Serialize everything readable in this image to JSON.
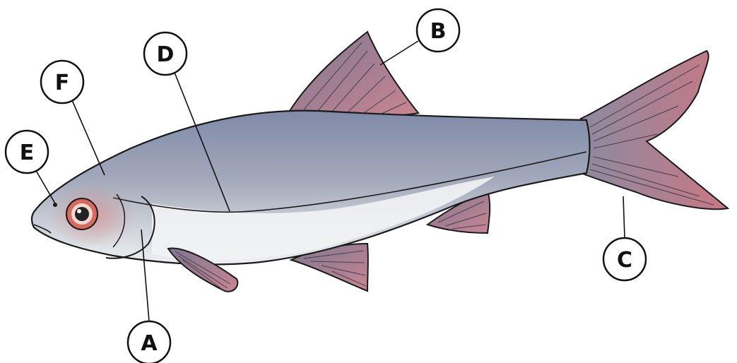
{
  "diagram": {
    "labels": [
      {
        "id": "A",
        "text": "A",
        "part": "gill-cover"
      },
      {
        "id": "B",
        "text": "B",
        "part": "dorsal-fin"
      },
      {
        "id": "C",
        "text": "C",
        "part": "caudal-fin"
      },
      {
        "id": "D",
        "text": "D",
        "part": "lateral-line"
      },
      {
        "id": "E",
        "text": "E",
        "part": "nostril"
      },
      {
        "id": "F",
        "text": "F",
        "part": "head"
      }
    ],
    "colors": {
      "body_blue": "#8c97b5",
      "belly_white": "#f1f3f4",
      "fin_pink": "#b4707e",
      "outline": "#1a1a1a",
      "eye_red": "#c8453a"
    }
  }
}
